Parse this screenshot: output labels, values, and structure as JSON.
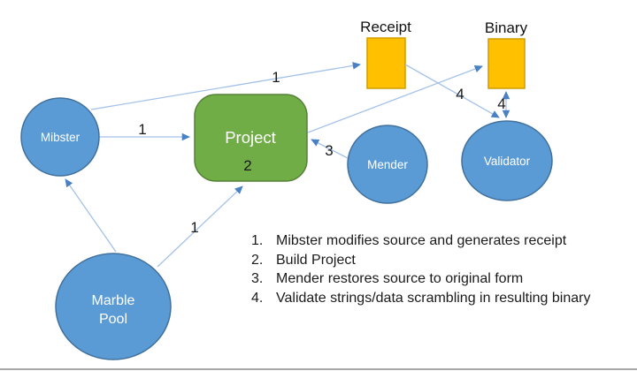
{
  "diagram": {
    "nodes": {
      "mibster": {
        "label": "Mibster"
      },
      "marble_pool": {
        "line1": "Marble",
        "line2": "Pool"
      },
      "mender": {
        "label": "Mender"
      },
      "validator": {
        "label": "Validator"
      },
      "project": {
        "label": "Project",
        "step_number": "2"
      },
      "receipt": {
        "label": "Receipt"
      },
      "binary": {
        "label": "Binary"
      }
    },
    "edges": {
      "mibster_to_receipt": {
        "label": "1"
      },
      "mibster_to_project": {
        "label": "1"
      },
      "marble_to_project": {
        "label": "1"
      },
      "marble_to_mibster": {
        "label": ""
      },
      "mender_to_project": {
        "label": "3"
      },
      "project_to_binary": {
        "label": ""
      },
      "receipt_to_validator": {
        "label": "4"
      },
      "binary_validator_twoway": {
        "label": "4"
      }
    },
    "colors": {
      "node_blue_fill": "#5b9bd5",
      "node_blue_border": "#41719c",
      "node_green_fill": "#70ad47",
      "node_green_border": "#548235",
      "node_orange_fill": "#ffc000",
      "node_orange_border": "#d09c00",
      "connector_line": "#a4c2e8",
      "arrowhead": "#4981c4"
    }
  },
  "legend": {
    "items": [
      {
        "number": "1.",
        "text": "Mibster modifies source and generates receipt"
      },
      {
        "number": "2.",
        "text": "Build Project"
      },
      {
        "number": "3.",
        "text": "Mender restores source to original form"
      },
      {
        "number": "4.",
        "text": "Validate strings/data scrambling in resulting binary"
      }
    ]
  }
}
